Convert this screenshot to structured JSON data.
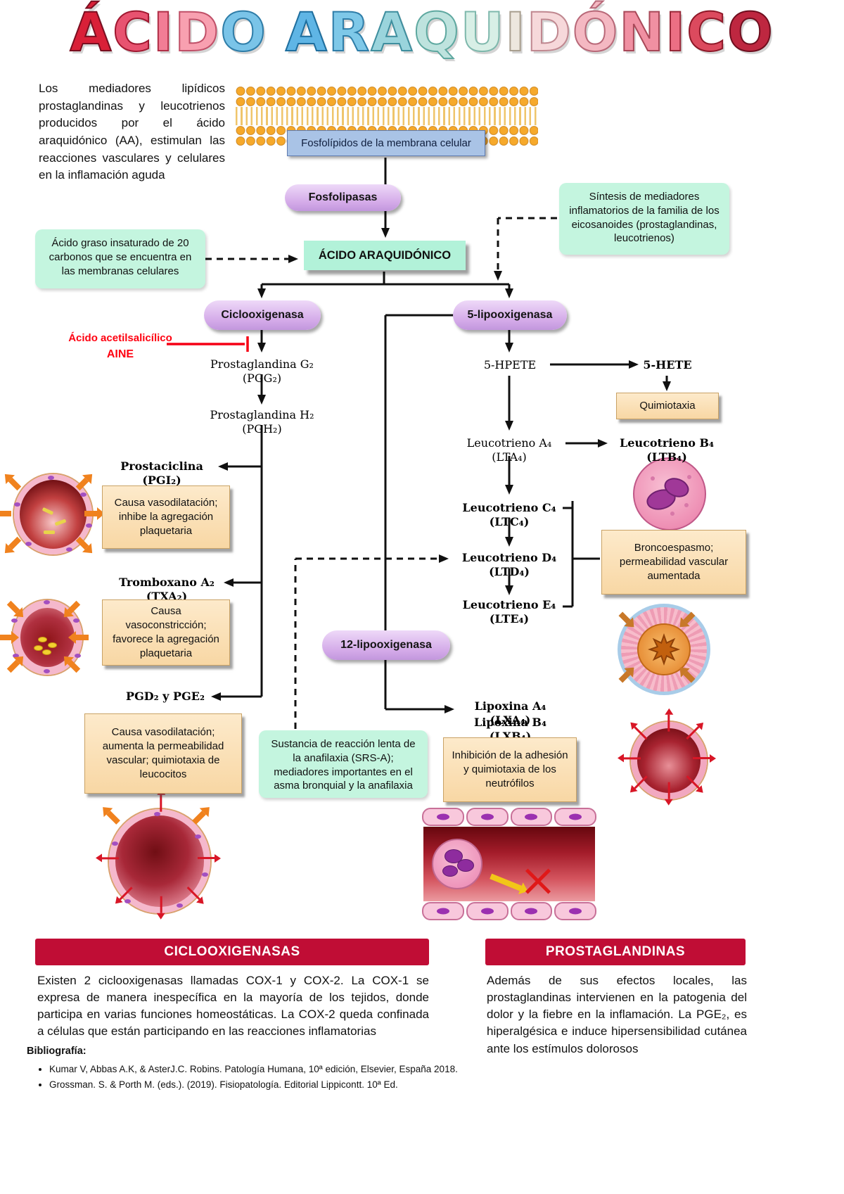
{
  "title": {
    "text": "ÁCIDO ARAQUIDÓNICO",
    "letters": [
      {
        "ch": "Á",
        "c": "#d92038",
        "s": "#7a0e20"
      },
      {
        "ch": "C",
        "c": "#e85370",
        "s": "#a01830"
      },
      {
        "ch": "I",
        "c": "#f27d95",
        "s": "#b03048"
      },
      {
        "ch": "D",
        "c": "#f8a0b0",
        "s": "#c05068"
      },
      {
        "ch": "O",
        "c": "#7ac4e8",
        "s": "#2e7da8"
      },
      {
        "ch": " "
      },
      {
        "ch": "A",
        "c": "#5fb5e5",
        "s": "#1e6e9e"
      },
      {
        "ch": "R",
        "c": "#7ec8e8",
        "s": "#2e7da8"
      },
      {
        "ch": "A",
        "c": "#9ad4dc",
        "s": "#3e8e9e"
      },
      {
        "ch": "Q",
        "c": "#bee3de",
        "s": "#5ea8a0"
      },
      {
        "ch": "U",
        "c": "#d8efe6",
        "s": "#7eb8ac"
      },
      {
        "ch": "I",
        "c": "#ede7de",
        "s": "#a89e8e"
      },
      {
        "ch": "D",
        "c": "#f6d8da",
        "s": "#c08890"
      },
      {
        "ch": "Ó",
        "c": "#f4b8c2",
        "s": "#b86878"
      },
      {
        "ch": "N",
        "c": "#f090a2",
        "s": "#a84858"
      },
      {
        "ch": "I",
        "c": "#ec6f84",
        "s": "#982838"
      },
      {
        "ch": "C",
        "c": "#dc4a5e",
        "s": "#8e1828"
      },
      {
        "ch": "O",
        "c": "#be2740",
        "s": "#6e0e1e"
      }
    ]
  },
  "intro": "Los mediadores lipídicos prostaglandinas y leucotrienos producidos por el ácido araquidónico (AA), estimulan las reacciones vasculares y celulares en la inflamación aguda",
  "membrane": {
    "label": "Fosfolípidos de la membrana celular"
  },
  "nodes": {
    "fosfolipasas": "Fosfolipasas",
    "acido_araquidonico": "ÁCIDO ARAQUIDÓNICO",
    "acido_graso_note": "Ácido graso insaturado de 20 carbonos que se encuentra en las membranas celulares",
    "sintesis_note": "Síntesis de mediadores inflamatorios de la familia de los eicosanoides (prostaglandinas, leucotrienos)",
    "ciclooxigenasa": "Ciclooxigenasa",
    "lipoox5": "5-lipooxigenasa",
    "lipoox12": "12-lipooxigenasa",
    "aspirina": "Ácido acetilsalicílico",
    "aine": "AINE"
  },
  "cox": {
    "pgg2": "Prostaglandina G₂ (PGG₂)",
    "pgh2": "Prostaglandina H₂ (PGH₂)",
    "pgi2": "Prostaciclina (PGI₂)",
    "pgi2_effect": "Causa vasodilatación; inhibe la agregación plaquetaria",
    "txa2": "Tromboxano A₂ (TXA₂)",
    "txa2_effect": "Causa vasoconstricción; favorece la agregación plaquetaria",
    "pgde": "PGD₂ y PGE₂",
    "pgde_effect": "Causa vasodilatación; aumenta la permeabilidad vascular; quimiotaxia de leucocitos"
  },
  "lox": {
    "hpete": "5-HPETE",
    "hete": "5-HETE",
    "quimiotaxia": "Quimiotaxia",
    "lta4": "Leucotrieno A₄ (LTA₄)",
    "ltb4": "Leucotrieno B₄ (LTB₄)",
    "ltc4": "Leucotrieno C₄ (LTC₄)",
    "ltd4": "Leucotrieno D₄ (LTD₄)",
    "lte4": "Leucotrieno E₄ (LTE₄)",
    "bronco_effect": "Broncoespasmo; permeabilidad vascular aumentada",
    "lxa4": "Lipoxina A₄ (LXA₄)",
    "lxb4": "Lipoxina B₄ (LXB₄)",
    "srsa": "Sustancia de reacción lenta de la anafilaxia (SRS-A); mediadores importantes en el asma bronquial y la anafilaxia",
    "inhibicion": "Inhibición de la adhesión y quimiotaxia de los neutrófilos"
  },
  "sections": {
    "cox_title": "CICLOOXIGENASAS",
    "cox_body": "Existen 2 ciclooxigenasas llamadas COX-1 y COX-2. La COX-1 se expresa de manera inespecífica en la mayoría de los tejidos, donde participa en varias funciones homeostáticas. La COX-2 queda confinada a células que están participando en las reacciones inflamatorias",
    "pg_title": "PROSTAGLANDINAS",
    "pg_body": "Además de sus efectos locales, las prostaglandinas intervienen en la patogenia del dolor y la fiebre en la inflamación. La PGE₂, es hiperalgésica e induce hipersensibilidad cutánea ante los estímulos dolorosos"
  },
  "bibliography": {
    "title": "Bibliografía:",
    "items": [
      "Kumar V, Abbas A.K, & AsterJ.C. Robins. Patología Humana, 10ª edición, Elsevier, España 2018.",
      "Grossman. S. & Porth M. (eds.). (2019). Fisiopatología. Editorial Lippicontt. 10ª Ed."
    ]
  },
  "colors": {
    "header_red": "#c00d35",
    "green_box": "#c4f5df",
    "purple_pill": "#d9b3ea",
    "peach_box": "#fbdcb4",
    "membrane_label_blue": "#a9c3e6",
    "accent_red": "#ff0010"
  }
}
